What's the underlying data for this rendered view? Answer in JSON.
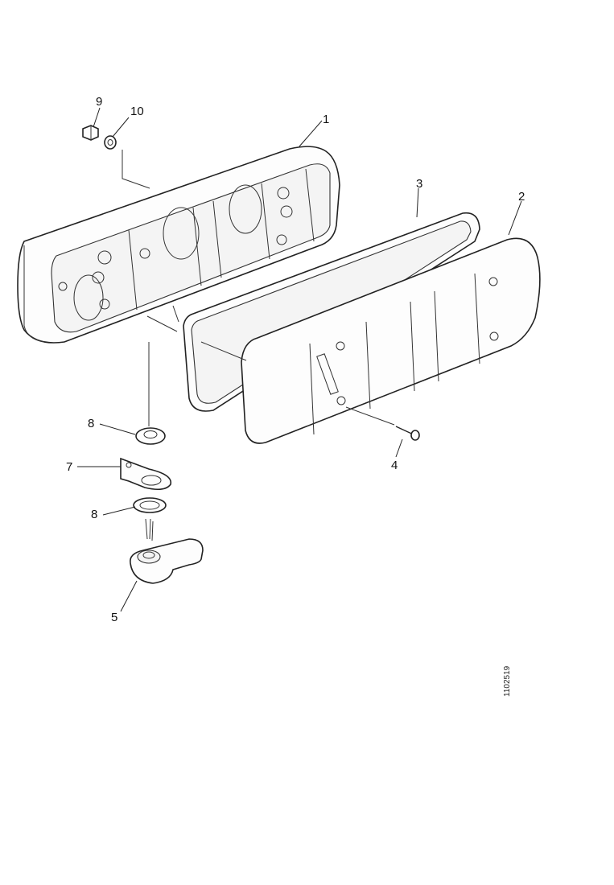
{
  "diagram": {
    "callouts": {
      "c1": "1",
      "c2": "2",
      "c3": "3",
      "c4": "4",
      "c5": "5",
      "c7": "7",
      "c8a": "8",
      "c8b": "8",
      "c9": "9",
      "c10": "10"
    },
    "reference_code": "1102519"
  }
}
